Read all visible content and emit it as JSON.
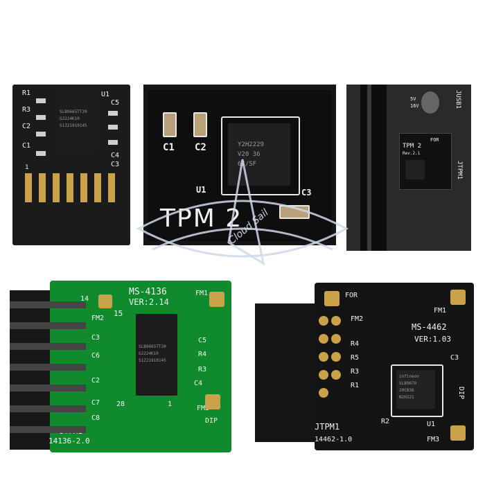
{
  "panel1": {
    "labels": [
      "R1",
      "R3",
      "C2",
      "C1",
      "U1",
      "C5",
      "C4",
      "C3",
      "1"
    ],
    "chip": [
      "SLB9665TT20",
      "G2224K10",
      "S1Z21910145"
    ]
  },
  "panel2": {
    "labels": [
      "C1",
      "C2",
      "U1",
      "C3"
    ],
    "title": "TPM 2",
    "chip": [
      "Y2H2229",
      "V20 36",
      "6I/SF"
    ]
  },
  "panel3": {
    "labels": [
      "JUSB1",
      "JTPM1",
      "FOR",
      "TPM 2",
      "Rev.2.1",
      "5V",
      "16V"
    ]
  },
  "panel4": {
    "model": "MS-4136",
    "version": "VER:2.14",
    "labels": [
      "FM1",
      "FM2",
      "15",
      "C3",
      "C6",
      "C2",
      "C7",
      "C8",
      "C5",
      "R4",
      "R3",
      "C4",
      "28",
      "1",
      "FM3",
      "DIP",
      "JTPM1",
      "14136-2.0",
      "14"
    ],
    "chip": [
      "SLB9665TT20",
      "G2224K10",
      "S1Z21910145"
    ]
  },
  "panel5": {
    "for_text": "FOR",
    "model": "MS-4462",
    "version": "VER:1.03",
    "labels": [
      "FM1",
      "FM2",
      "R4",
      "R5",
      "R3",
      "R1",
      "C3",
      "R2",
      "U1",
      "DIP",
      "JTPM1",
      "14462-1.0",
      "FM3"
    ],
    "chip": [
      "infineon",
      "SLB9670",
      "20CB36",
      "N2H221"
    ]
  },
  "watermark": {
    "text": "Cloud Sail"
  },
  "colors": {
    "green_pcb": "#0f8a2c",
    "black_pcb": "#141414",
    "copper": "#c9a24a",
    "silk": "#f2f2f2"
  }
}
